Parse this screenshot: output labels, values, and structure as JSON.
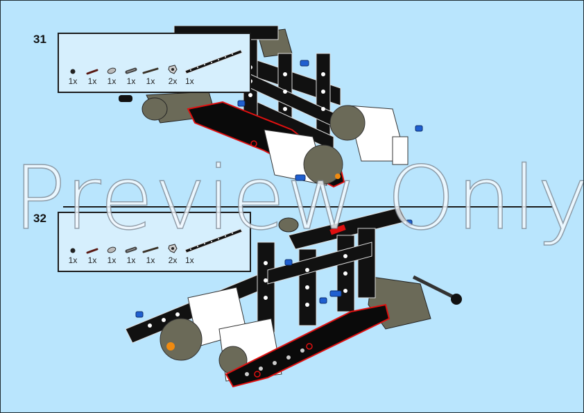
{
  "steps": [
    {
      "number": "31",
      "parts": [
        {
          "icon": "bush-half-icon",
          "qty": "1x"
        },
        {
          "icon": "axle-2-red-icon",
          "qty": "1x"
        },
        {
          "icon": "connector-ring-icon",
          "qty": "1x"
        },
        {
          "icon": "pin-long-icon",
          "qty": "1x"
        },
        {
          "icon": "axle-4-icon",
          "qty": "1x"
        },
        {
          "icon": "axle-connector-hub-icon",
          "qty": "2x"
        },
        {
          "icon": "beam-15-icon",
          "qty": "1x"
        }
      ]
    },
    {
      "number": "32",
      "parts": [
        {
          "icon": "bush-half-icon",
          "qty": "1x"
        },
        {
          "icon": "axle-2-red-icon",
          "qty": "1x"
        },
        {
          "icon": "connector-ring-icon",
          "qty": "1x"
        },
        {
          "icon": "pin-long-icon",
          "qty": "1x"
        },
        {
          "icon": "axle-4-icon",
          "qty": "1x"
        },
        {
          "icon": "axle-connector-hub-icon",
          "qty": "2x"
        },
        {
          "icon": "beam-15-icon",
          "qty": "1x"
        }
      ]
    }
  ],
  "watermark": "Preview Only",
  "colors": {
    "page_background": "#b9e5fd",
    "callout_background": "#d6effd",
    "border": "#1a1a1a",
    "highlight_red": "#e01010",
    "part_blue": "#1f5fd0",
    "part_dark_tan": "#6b6a58"
  }
}
